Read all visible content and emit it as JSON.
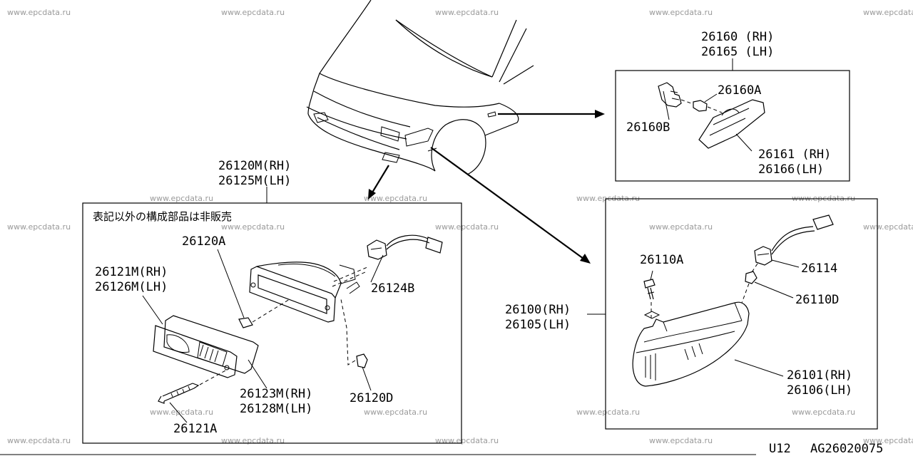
{
  "watermark": "www.epcdata.ru",
  "colors": {
    "line": "#000000",
    "watermark": "#9a9a9a",
    "background": "#ffffff"
  },
  "labels": {
    "p26160": "26160 (RH)",
    "p26165": "26165 (LH)",
    "p26160A": "26160A",
    "p26160B": "26160B",
    "p26161": "26161 (RH)",
    "p26166": "26166(LH)",
    "p26120M": "26120M(RH)",
    "p26125M": "26125M(LH)",
    "note_jp": "表記以外の構成部品は非販売",
    "p26120A": "26120A",
    "p26121M": "26121M(RH)",
    "p26126M": "26126M(LH)",
    "p26124B": "26124B",
    "p26123M": "26123M(RH)",
    "p26128M": "26128M(LH)",
    "p26120D": "26120D",
    "p26121A": "26121A",
    "p26110A": "26110A",
    "p26114": "26114",
    "p26100": "26100(RH)",
    "p26105": "26105(LH)",
    "p26110D": "26110D",
    "p26101": "26101(RH)",
    "p26106": "26106(LH)",
    "footer_code": "U12",
    "footer_ref": "AG26020075"
  }
}
